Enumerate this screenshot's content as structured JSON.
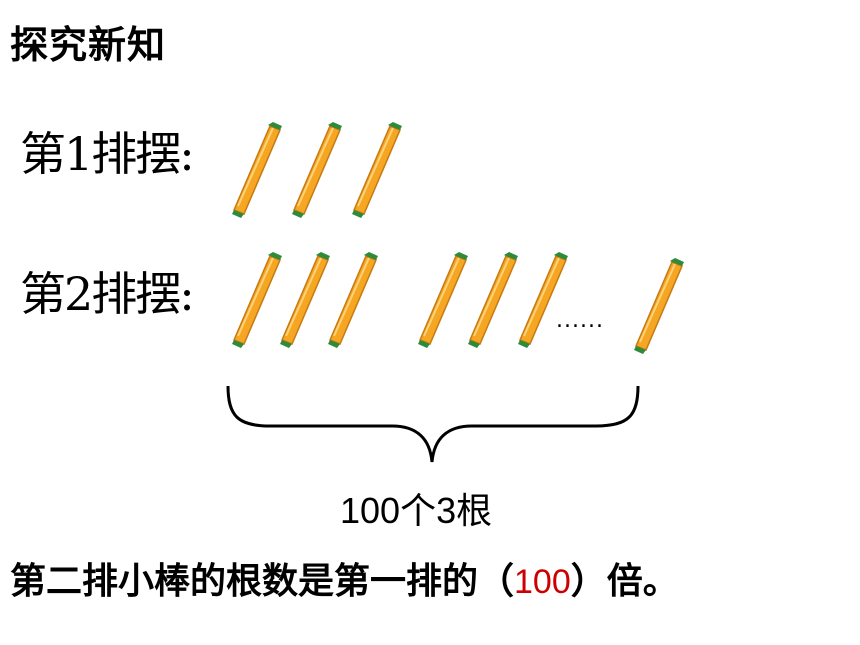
{
  "title": "探究新知",
  "rows": [
    {
      "label": "第1排摆:",
      "sticks": 3
    },
    {
      "label": "第2排摆:",
      "sticks": 7
    }
  ],
  "ellipsis": "......",
  "brace_label": "100个3根",
  "sentence": {
    "before": "第二排小棒的根数是第一排的（",
    "answer": "100",
    "after": "）倍。"
  },
  "colors": {
    "stick_body": "#F5A623",
    "stick_edge": "#C77A12",
    "stick_tip": "#2E8B3A",
    "answer": "#cc0000"
  }
}
